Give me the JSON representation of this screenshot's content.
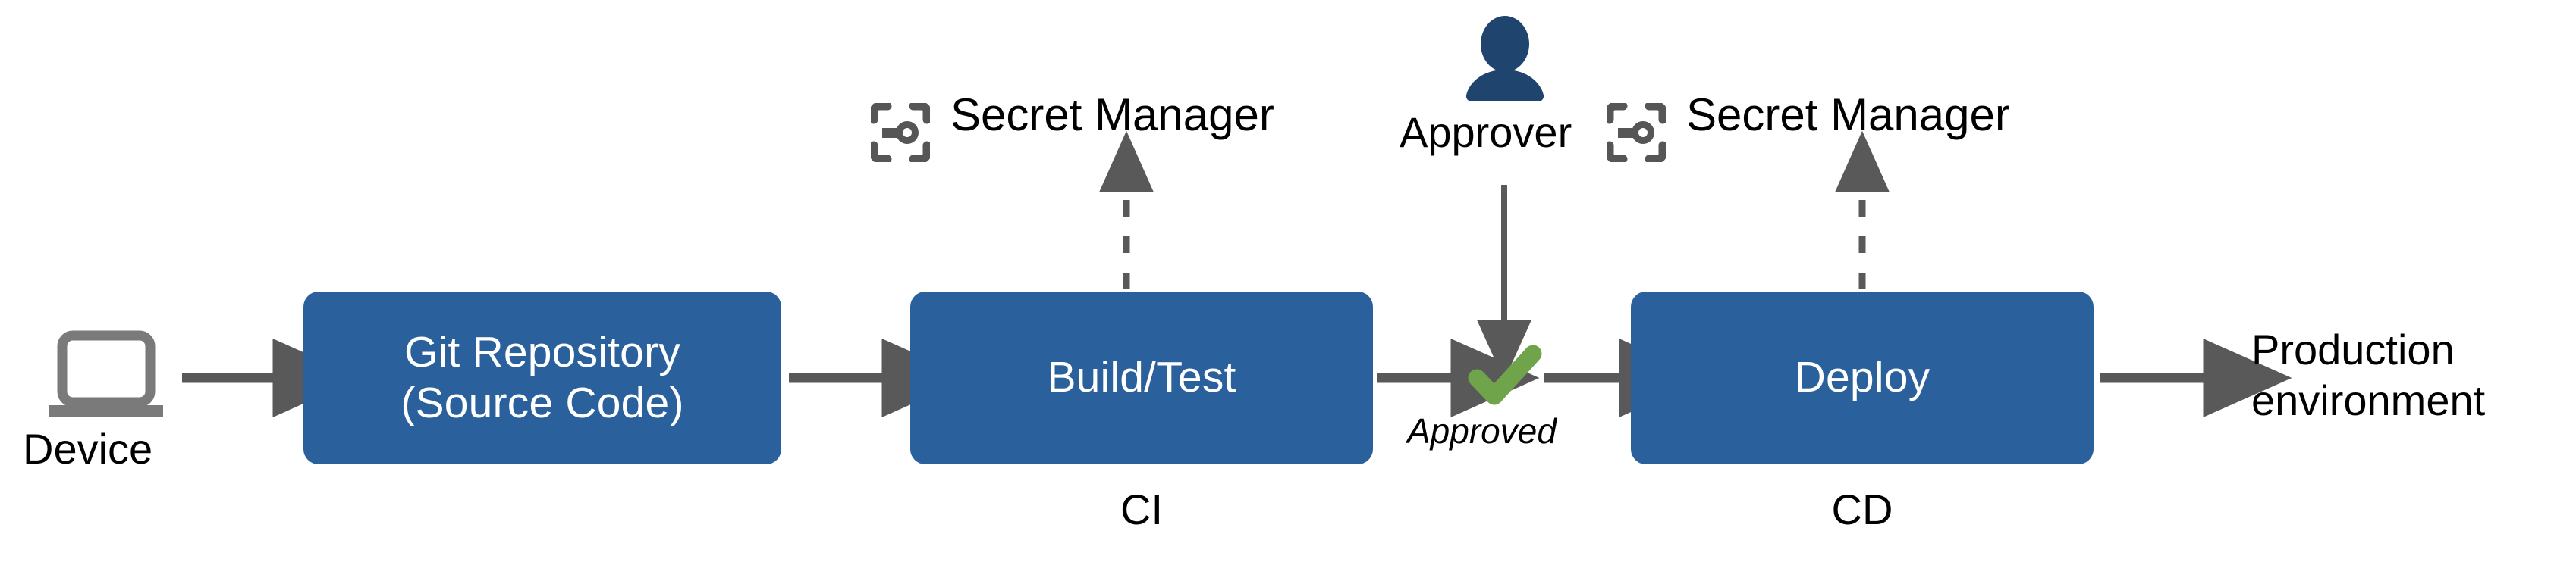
{
  "diagram": {
    "title": "CI/CD pipeline with secret manager and manual approval",
    "colors": {
      "box_blue": "#2A619C",
      "arrow_gray": "#595959",
      "device_gray": "#7A7A7A",
      "icon_gray": "#565656",
      "approver_navy": "#1F456E",
      "check_green": "#70A44B",
      "text_black": "#000000",
      "box_text": "#FFFFFF",
      "background": "#FFFFFF"
    },
    "nodes": [
      {
        "id": "device",
        "label": "Device",
        "kind": "icon-label"
      },
      {
        "id": "git-repo",
        "line1": "Git Repository",
        "line2": "(Source Code)",
        "kind": "box"
      },
      {
        "id": "build-test",
        "line1": "Build/Test",
        "kind": "box",
        "stage": "CI"
      },
      {
        "id": "deploy",
        "line1": "Deploy",
        "kind": "box",
        "stage": "CD"
      },
      {
        "id": "production",
        "line1": "Production",
        "line2": "environment",
        "kind": "text"
      }
    ],
    "secret_managers": [
      {
        "id": "secret-manager-ci",
        "label": "Secret Manager"
      },
      {
        "id": "secret-manager-cd",
        "label": "Secret Manager"
      }
    ],
    "approval": {
      "approver_label": "Approver",
      "gate_label": "Approved",
      "gate_icon": "check-icon"
    },
    "stage_labels": {
      "ci": "CI",
      "cd": "CD"
    },
    "icons": {
      "device": "laptop-icon",
      "secret_manager": "secret-manager-key-icon",
      "approver": "person-icon",
      "approved": "green-check-icon"
    }
  }
}
